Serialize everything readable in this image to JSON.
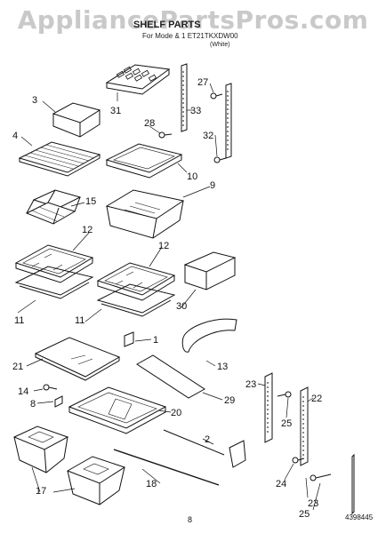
{
  "watermark": "AppliancePartsPros.com",
  "header": {
    "title": "SHELF PARTS",
    "subtitle": "For Mode & 1 ET21TKXDW00",
    "note": "(White)"
  },
  "callouts": {
    "c1": "1",
    "c2": "2",
    "c3": "3",
    "c4": "4",
    "c8": "8",
    "c9": "9",
    "c10": "10",
    "c11a": "11",
    "c11b": "11",
    "c12a": "12",
    "c12b": "12",
    "c13": "13",
    "c14": "14",
    "c15": "15",
    "c17": "17",
    "c18": "18",
    "c20": "20",
    "c21": "21",
    "c22": "22",
    "c23a": "23",
    "c23b": "23",
    "c24": "24",
    "c25a": "25",
    "c25b": "25",
    "c27": "27",
    "c28": "28",
    "c29": "29",
    "c30": "30",
    "c31": "31",
    "c32": "32",
    "c33": "33"
  },
  "footer": {
    "page": "8",
    "code": "4398445"
  }
}
